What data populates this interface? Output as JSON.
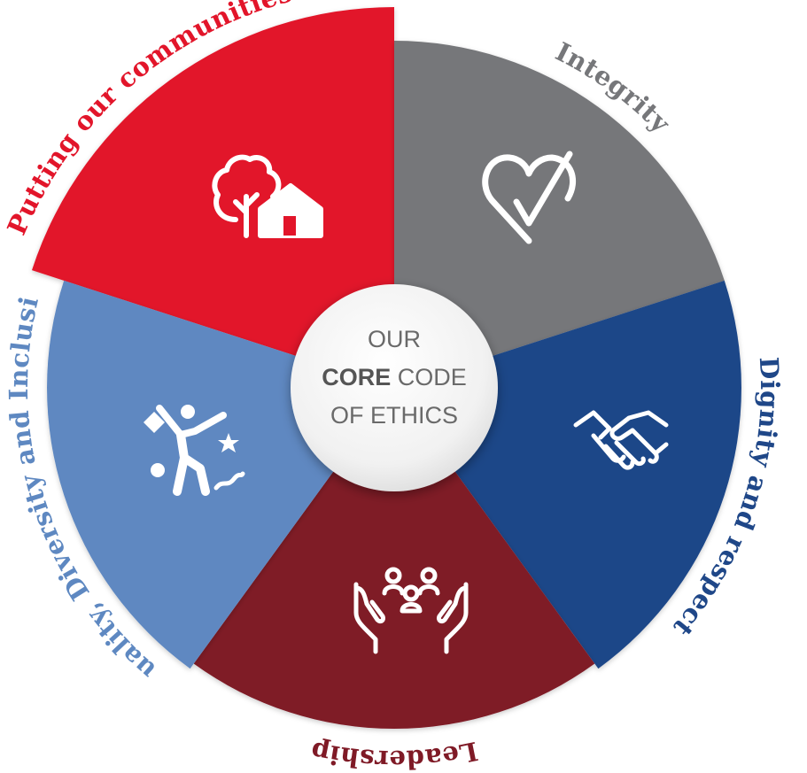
{
  "center": {
    "line1": "OUR",
    "line2_bold": "CORE",
    "line2_rest": " CODE",
    "line3": "OF ETHICS"
  },
  "segments": [
    {
      "label": "Putting our communities first",
      "color": "#e2152a",
      "label_color": "#e2152a",
      "icon": "tree-and-house-icon"
    },
    {
      "label": "Integrity",
      "color": "#76777a",
      "label_color": "#76777a",
      "icon": "heart-check-icon"
    },
    {
      "label": "Dignity and respect",
      "color": "#1f4788",
      "label_color": "#1f4788",
      "icon": "handshake-icon"
    },
    {
      "label": "Leadership",
      "color": "#7f1a26",
      "label_color": "#7f1a26",
      "icon": "hands-holding-people-icon"
    },
    {
      "label": "Equality, Diversity and Inclusion",
      "color": "#5e88c1",
      "label_color": "#5e88c1",
      "icon": "dancing-person-shapes-icon"
    }
  ]
}
